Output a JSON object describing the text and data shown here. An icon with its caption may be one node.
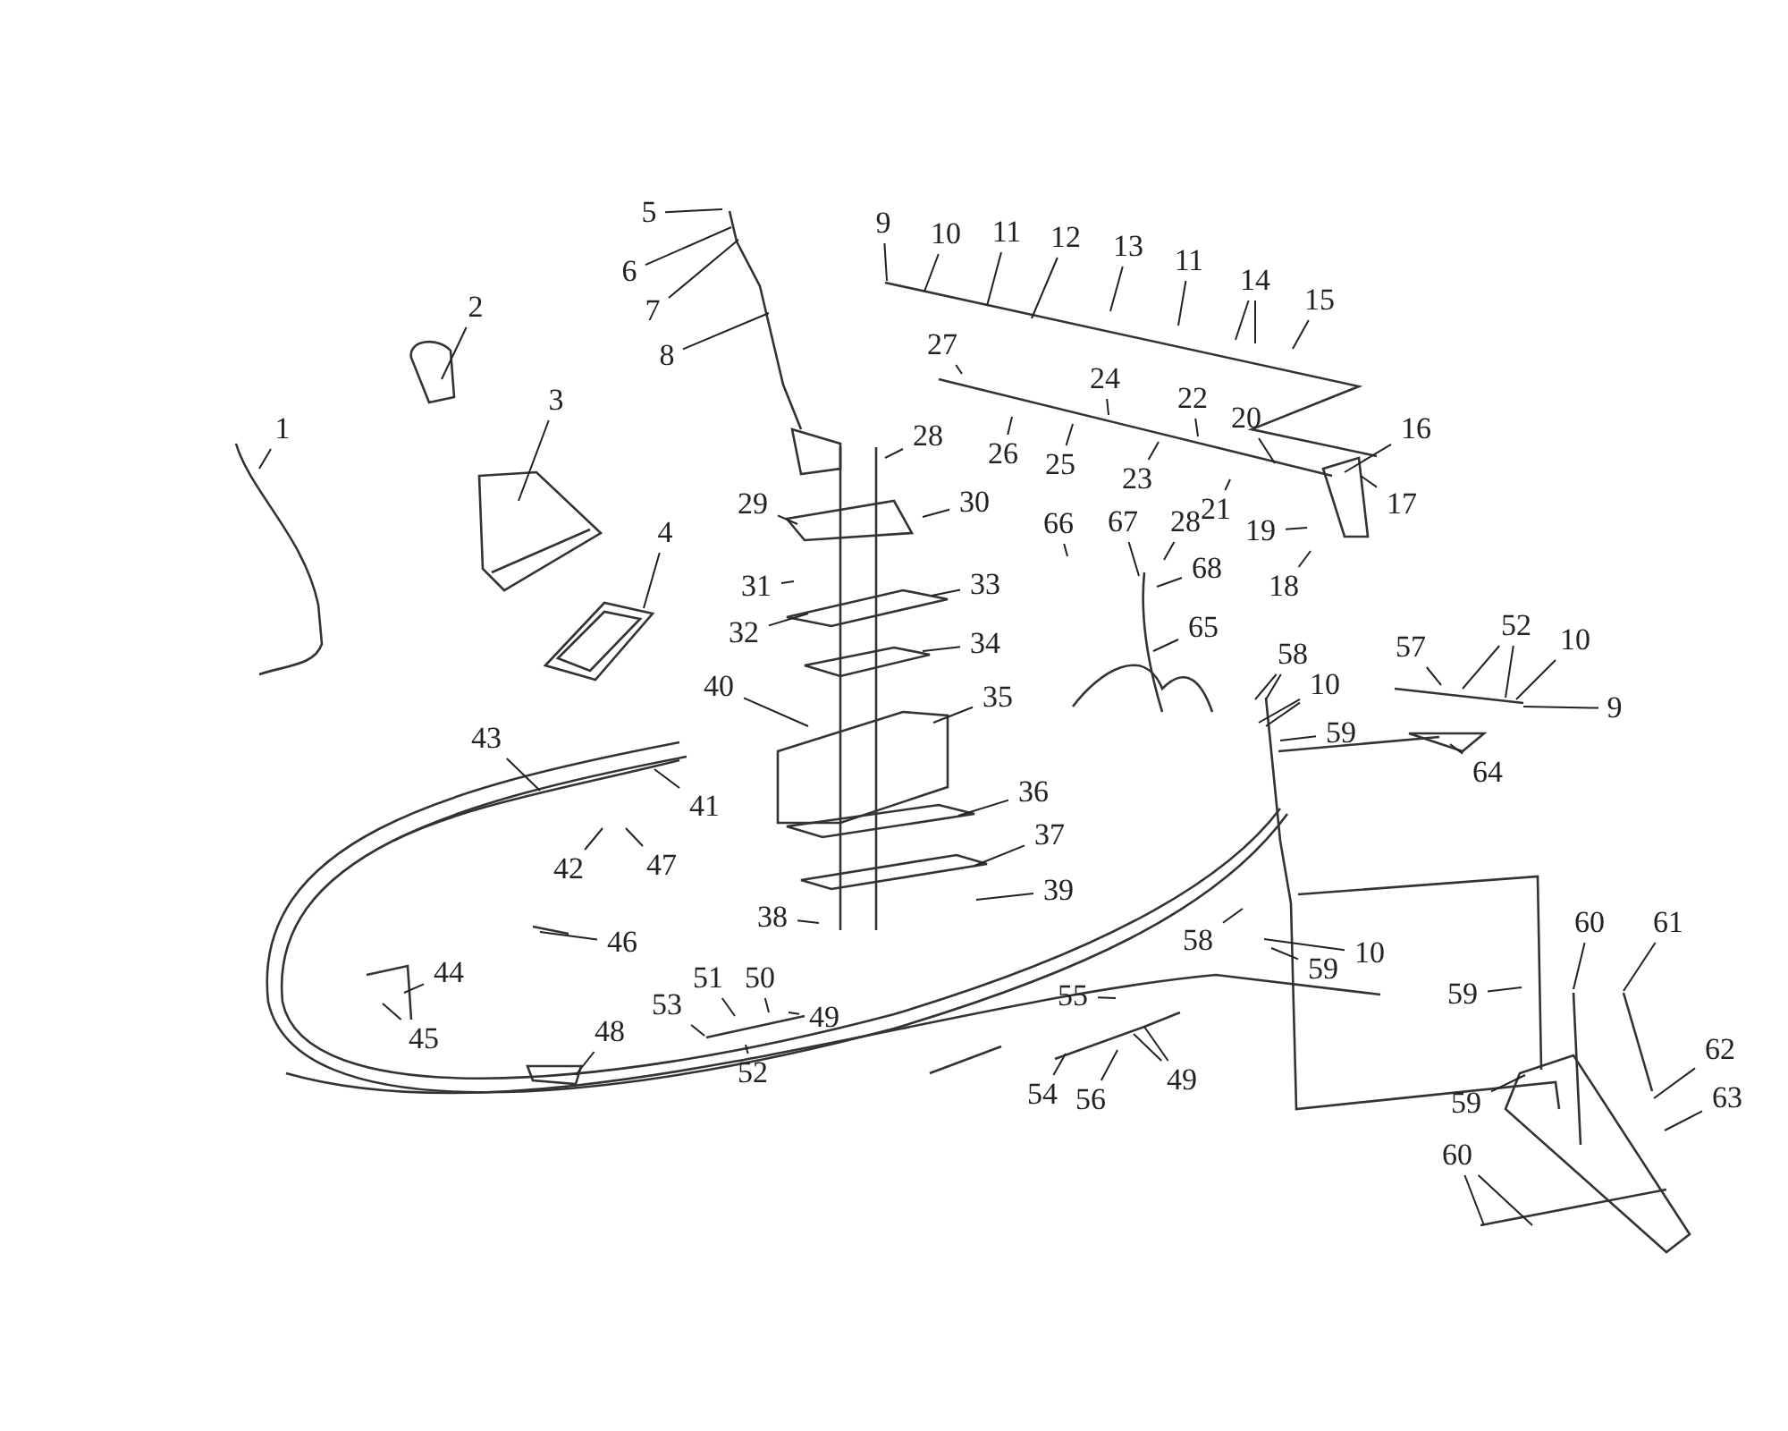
{
  "diagram": {
    "nodes": [
      {
        "text": [
          "1"
        ]
      },
      {
        "text": [
          "2"
        ]
      },
      {
        "text": [
          "3"
        ]
      },
      {
        "text": [
          "4"
        ]
      },
      {
        "text": [
          "5"
        ]
      },
      {
        "text": [
          "6"
        ]
      },
      {
        "text": [
          "7"
        ]
      },
      {
        "text": [
          "8"
        ]
      },
      {
        "text": [
          "9"
        ]
      },
      {
        "text": [
          "10"
        ]
      },
      {
        "text": [
          "11"
        ]
      },
      {
        "text": [
          "12"
        ]
      },
      {
        "text": [
          "13"
        ]
      },
      {
        "text": [
          "11"
        ]
      },
      {
        "text": [
          "14"
        ]
      },
      {
        "text": [
          "15"
        ]
      },
      {
        "text": [
          "16"
        ]
      },
      {
        "text": [
          "17"
        ]
      },
      {
        "text": [
          "19"
        ]
      },
      {
        "text": [
          "18"
        ]
      },
      {
        "text": [
          "20"
        ]
      },
      {
        "text": [
          "21"
        ]
      },
      {
        "text": [
          "22"
        ]
      },
      {
        "text": [
          "23"
        ]
      },
      {
        "text": [
          "24"
        ]
      },
      {
        "text": [
          "25"
        ]
      },
      {
        "text": [
          "26"
        ]
      },
      {
        "text": [
          "27"
        ]
      },
      {
        "text": [
          "28"
        ]
      },
      {
        "text": [
          "29"
        ]
      },
      {
        "text": [
          "30"
        ]
      },
      {
        "text": [
          "31"
        ]
      },
      {
        "text": [
          "33"
        ]
      },
      {
        "text": [
          "32"
        ]
      },
      {
        "text": [
          "34"
        ]
      },
      {
        "text": [
          "35"
        ]
      },
      {
        "text": [
          "40"
        ]
      },
      {
        "text": [
          "36"
        ]
      },
      {
        "text": [
          "37"
        ]
      },
      {
        "text": [
          "39"
        ]
      },
      {
        "text": [
          "38"
        ]
      },
      {
        "text": [
          "43"
        ]
      },
      {
        "text": [
          "41"
        ]
      },
      {
        "text": [
          "42"
        ]
      },
      {
        "text": [
          "47"
        ]
      },
      {
        "text": [
          "46"
        ]
      },
      {
        "text": [
          "44"
        ]
      },
      {
        "text": [
          "45"
        ]
      },
      {
        "text": [
          "48"
        ]
      },
      {
        "text": [
          "51"
        ]
      },
      {
        "text": [
          "50"
        ]
      },
      {
        "text": [
          "53"
        ]
      },
      {
        "text": [
          "52"
        ]
      },
      {
        "text": [
          "49"
        ]
      },
      {
        "text": [
          "66"
        ]
      },
      {
        "text": [
          "67"
        ]
      },
      {
        "text": [
          "28"
        ]
      },
      {
        "text": [
          "68"
        ]
      },
      {
        "text": [
          "65"
        ]
      },
      {
        "text": [
          "58"
        ]
      },
      {
        "text": [
          "10"
        ]
      },
      {
        "text": [
          "59"
        ]
      },
      {
        "text": [
          "57"
        ]
      },
      {
        "text": [
          "52"
        ]
      },
      {
        "text": [
          "10"
        ]
      },
      {
        "text": [
          "9"
        ]
      },
      {
        "text": [
          "64"
        ]
      },
      {
        "text": [
          "58"
        ]
      },
      {
        "text": [
          "10"
        ]
      },
      {
        "text": [
          "59"
        ]
      },
      {
        "text": [
          "60"
        ]
      },
      {
        "text": [
          "61"
        ]
      },
      {
        "text": [
          "59"
        ]
      },
      {
        "text": [
          "62"
        ]
      },
      {
        "text": [
          "63"
        ]
      },
      {
        "text": [
          "59"
        ]
      },
      {
        "text": [
          "60"
        ]
      },
      {
        "text": [
          "55"
        ]
      },
      {
        "text": [
          "54"
        ]
      },
      {
        "text": [
          "56"
        ]
      },
      {
        "text": [
          "49"
        ]
      }
    ],
    "edges": [
      {
        "from": 0,
        "to": null,
        "arrow": "none"
      },
      {
        "from": 1,
        "to": null,
        "arrow": "none"
      },
      {
        "from": 2,
        "to": null,
        "arrow": "none"
      },
      {
        "from": 3,
        "to": null,
        "arrow": "none"
      },
      {
        "from": 4,
        "to": null,
        "arrow": "none"
      },
      {
        "from": 5,
        "to": null,
        "arrow": "none"
      },
      {
        "from": 6,
        "to": null,
        "arrow": "none"
      },
      {
        "from": 7,
        "to": null,
        "arrow": "none"
      },
      {
        "from": 8,
        "to": null,
        "arrow": "none"
      },
      {
        "from": 9,
        "to": null,
        "arrow": "none"
      },
      {
        "from": 10,
        "to": null,
        "arrow": "none"
      },
      {
        "from": 11,
        "to": null,
        "arrow": "none"
      },
      {
        "from": 12,
        "to": null,
        "arrow": "none"
      },
      {
        "from": 13,
        "to": null,
        "arrow": "none"
      },
      {
        "from": 14,
        "to": null,
        "arrow": "none"
      },
      {
        "from": 14,
        "to": null,
        "arrow": "none"
      },
      {
        "from": 15,
        "to": null,
        "arrow": "none"
      },
      {
        "from": 16,
        "to": null,
        "arrow": "none"
      },
      {
        "from": 17,
        "to": null,
        "arrow": "none"
      },
      {
        "from": 18,
        "to": null,
        "arrow": "none"
      },
      {
        "from": 19,
        "to": null,
        "arrow": "none"
      },
      {
        "from": 20,
        "to": null,
        "arrow": "none"
      },
      {
        "from": 21,
        "to": null,
        "arrow": "none"
      },
      {
        "from": 22,
        "to": null,
        "arrow": "none"
      },
      {
        "from": 23,
        "to": null,
        "arrow": "none"
      },
      {
        "from": 24,
        "to": null,
        "arrow": "none"
      },
      {
        "from": 25,
        "to": null,
        "arrow": "none"
      },
      {
        "from": 26,
        "to": null,
        "arrow": "none"
      },
      {
        "from": 27,
        "to": null,
        "arrow": "none"
      },
      {
        "from": 28,
        "to": null,
        "arrow": "none"
      },
      {
        "from": 29,
        "to": null,
        "arrow": "none"
      },
      {
        "from": 30,
        "to": null,
        "arrow": "none"
      },
      {
        "from": 31,
        "to": null,
        "arrow": "none"
      },
      {
        "from": 32,
        "to": null,
        "arrow": "none"
      },
      {
        "from": 33,
        "to": null,
        "arrow": "none"
      },
      {
        "from": 34,
        "to": null,
        "arrow": "none"
      },
      {
        "from": 35,
        "to": null,
        "arrow": "none"
      },
      {
        "from": 36,
        "to": null,
        "arrow": "none"
      },
      {
        "from": 37,
        "to": null,
        "arrow": "none"
      },
      {
        "from": 38,
        "to": null,
        "arrow": "none"
      },
      {
        "from": 39,
        "to": null,
        "arrow": "none"
      },
      {
        "from": 40,
        "to": null,
        "arrow": "none"
      },
      {
        "from": 41,
        "to": null,
        "arrow": "none"
      },
      {
        "from": 42,
        "to": null,
        "arrow": "none"
      },
      {
        "from": 43,
        "to": null,
        "arrow": "none"
      },
      {
        "from": 44,
        "to": null,
        "arrow": "none"
      },
      {
        "from": 45,
        "to": null,
        "arrow": "none"
      },
      {
        "from": 46,
        "to": null,
        "arrow": "none"
      },
      {
        "from": 47,
        "to": null,
        "arrow": "none"
      },
      {
        "from": 48,
        "to": null,
        "arrow": "none"
      },
      {
        "from": 49,
        "to": null,
        "arrow": "none"
      },
      {
        "from": 50,
        "to": null,
        "arrow": "none"
      },
      {
        "from": 51,
        "to": null,
        "arrow": "none"
      },
      {
        "from": 52,
        "to": null,
        "arrow": "none"
      },
      {
        "from": 53,
        "to": null,
        "arrow": "none"
      },
      {
        "from": 54,
        "to": null,
        "arrow": "none"
      },
      {
        "from": 55,
        "to": null,
        "arrow": "none"
      },
      {
        "from": 56,
        "to": null,
        "arrow": "none"
      },
      {
        "from": 57,
        "to": null,
        "arrow": "none"
      },
      {
        "from": 58,
        "to": null,
        "arrow": "none"
      },
      {
        "from": 59,
        "to": null,
        "arrow": "none"
      },
      {
        "from": 59,
        "to": null,
        "arrow": "none"
      },
      {
        "from": 60,
        "to": null,
        "arrow": "none"
      },
      {
        "from": 60,
        "to": null,
        "arrow": "none"
      },
      {
        "from": 61,
        "to": null,
        "arrow": "none"
      },
      {
        "from": 62,
        "to": null,
        "arrow": "none"
      },
      {
        "from": 63,
        "to": null,
        "arrow": "none"
      },
      {
        "from": 63,
        "to": null,
        "arrow": "none"
      },
      {
        "from": 64,
        "to": null,
        "arrow": "none"
      },
      {
        "from": 65,
        "to": null,
        "arrow": "none"
      },
      {
        "from": 66,
        "to": null,
        "arrow": "none"
      },
      {
        "from": 67,
        "to": null,
        "arrow": "none"
      },
      {
        "from": 68,
        "to": null,
        "arrow": "none"
      },
      {
        "from": 69,
        "to": null,
        "arrow": "none"
      },
      {
        "from": 70,
        "to": null,
        "arrow": "none"
      },
      {
        "from": 71,
        "to": null,
        "arrow": "none"
      },
      {
        "from": 72,
        "to": null,
        "arrow": "none"
      },
      {
        "from": 73,
        "to": null,
        "arrow": "none"
      },
      {
        "from": 74,
        "to": null,
        "arrow": "none"
      },
      {
        "from": 75,
        "to": null,
        "arrow": "none"
      },
      {
        "from": 76,
        "to": null,
        "arrow": "none"
      },
      {
        "from": 76,
        "to": null,
        "arrow": "none"
      },
      {
        "from": 77,
        "to": null,
        "arrow": "none"
      },
      {
        "from": 78,
        "to": null,
        "arrow": "none"
      },
      {
        "from": 79,
        "to": null,
        "arrow": "none"
      },
      {
        "from": 80,
        "to": null,
        "arrow": "none"
      },
      {
        "from": 80,
        "to": null,
        "arrow": "none"
      }
    ]
  }
}
